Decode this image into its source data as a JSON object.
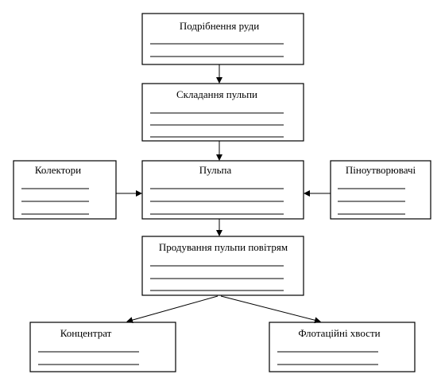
{
  "diagram": {
    "nodes": {
      "crushing": {
        "label": "Подрібнення руди"
      },
      "pulp_prep": {
        "label": "Складання пульпи"
      },
      "pulp": {
        "label": "Пульпа"
      },
      "collectors": {
        "label": "Колектори"
      },
      "frothers": {
        "label": "Піноутворювачі"
      },
      "aeration": {
        "label": "Продування пульпи повітрям"
      },
      "concentrate": {
        "label": "Концентрат"
      },
      "tailings": {
        "label": "Флотаційні хвости"
      }
    },
    "edges": [
      {
        "from": "crushing",
        "to": "pulp_prep"
      },
      {
        "from": "pulp_prep",
        "to": "pulp"
      },
      {
        "from": "collectors",
        "to": "pulp"
      },
      {
        "from": "frothers",
        "to": "pulp"
      },
      {
        "from": "pulp",
        "to": "aeration"
      },
      {
        "from": "aeration",
        "to": "concentrate"
      },
      {
        "from": "aeration",
        "to": "tailings"
      }
    ],
    "colors": {
      "stroke": "#000000",
      "background": "#ffffff"
    }
  }
}
